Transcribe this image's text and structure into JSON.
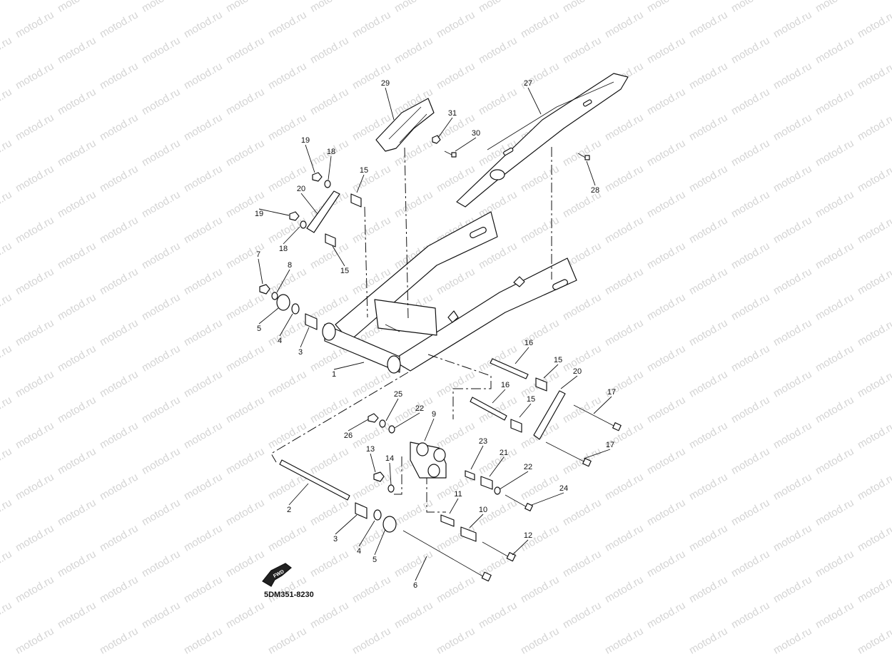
{
  "watermark": "motod.ru",
  "drawing_code": "5DM351-8230",
  "fwd_label": "FWD",
  "callouts": [
    {
      "id": "29",
      "label": "29"
    },
    {
      "id": "31",
      "label": "31"
    },
    {
      "id": "30",
      "label": "30"
    },
    {
      "id": "27",
      "label": "27"
    },
    {
      "id": "28",
      "label": "28"
    },
    {
      "id": "19a",
      "label": "19"
    },
    {
      "id": "18a",
      "label": "18"
    },
    {
      "id": "15a",
      "label": "15"
    },
    {
      "id": "20a",
      "label": "20"
    },
    {
      "id": "19b",
      "label": "19"
    },
    {
      "id": "18b",
      "label": "18"
    },
    {
      "id": "15b",
      "label": "15"
    },
    {
      "id": "7",
      "label": "7"
    },
    {
      "id": "8",
      "label": "8"
    },
    {
      "id": "5a",
      "label": "5"
    },
    {
      "id": "4a",
      "label": "4"
    },
    {
      "id": "3a",
      "label": "3"
    },
    {
      "id": "1",
      "label": "1"
    },
    {
      "id": "16a",
      "label": "16"
    },
    {
      "id": "15c",
      "label": "15"
    },
    {
      "id": "20b",
      "label": "20"
    },
    {
      "id": "16b",
      "label": "16"
    },
    {
      "id": "15d",
      "label": "15"
    },
    {
      "id": "17a",
      "label": "17"
    },
    {
      "id": "25",
      "label": "25"
    },
    {
      "id": "22a",
      "label": "22"
    },
    {
      "id": "26",
      "label": "26"
    },
    {
      "id": "9",
      "label": "9"
    },
    {
      "id": "17b",
      "label": "17"
    },
    {
      "id": "13",
      "label": "13"
    },
    {
      "id": "14",
      "label": "14"
    },
    {
      "id": "23",
      "label": "23"
    },
    {
      "id": "21",
      "label": "21"
    },
    {
      "id": "22b",
      "label": "22"
    },
    {
      "id": "24",
      "label": "24"
    },
    {
      "id": "2",
      "label": "2"
    },
    {
      "id": "11",
      "label": "11"
    },
    {
      "id": "10",
      "label": "10"
    },
    {
      "id": "12",
      "label": "12"
    },
    {
      "id": "3b",
      "label": "3"
    },
    {
      "id": "4b",
      "label": "4"
    },
    {
      "id": "5b",
      "label": "5"
    },
    {
      "id": "6",
      "label": "6"
    }
  ]
}
